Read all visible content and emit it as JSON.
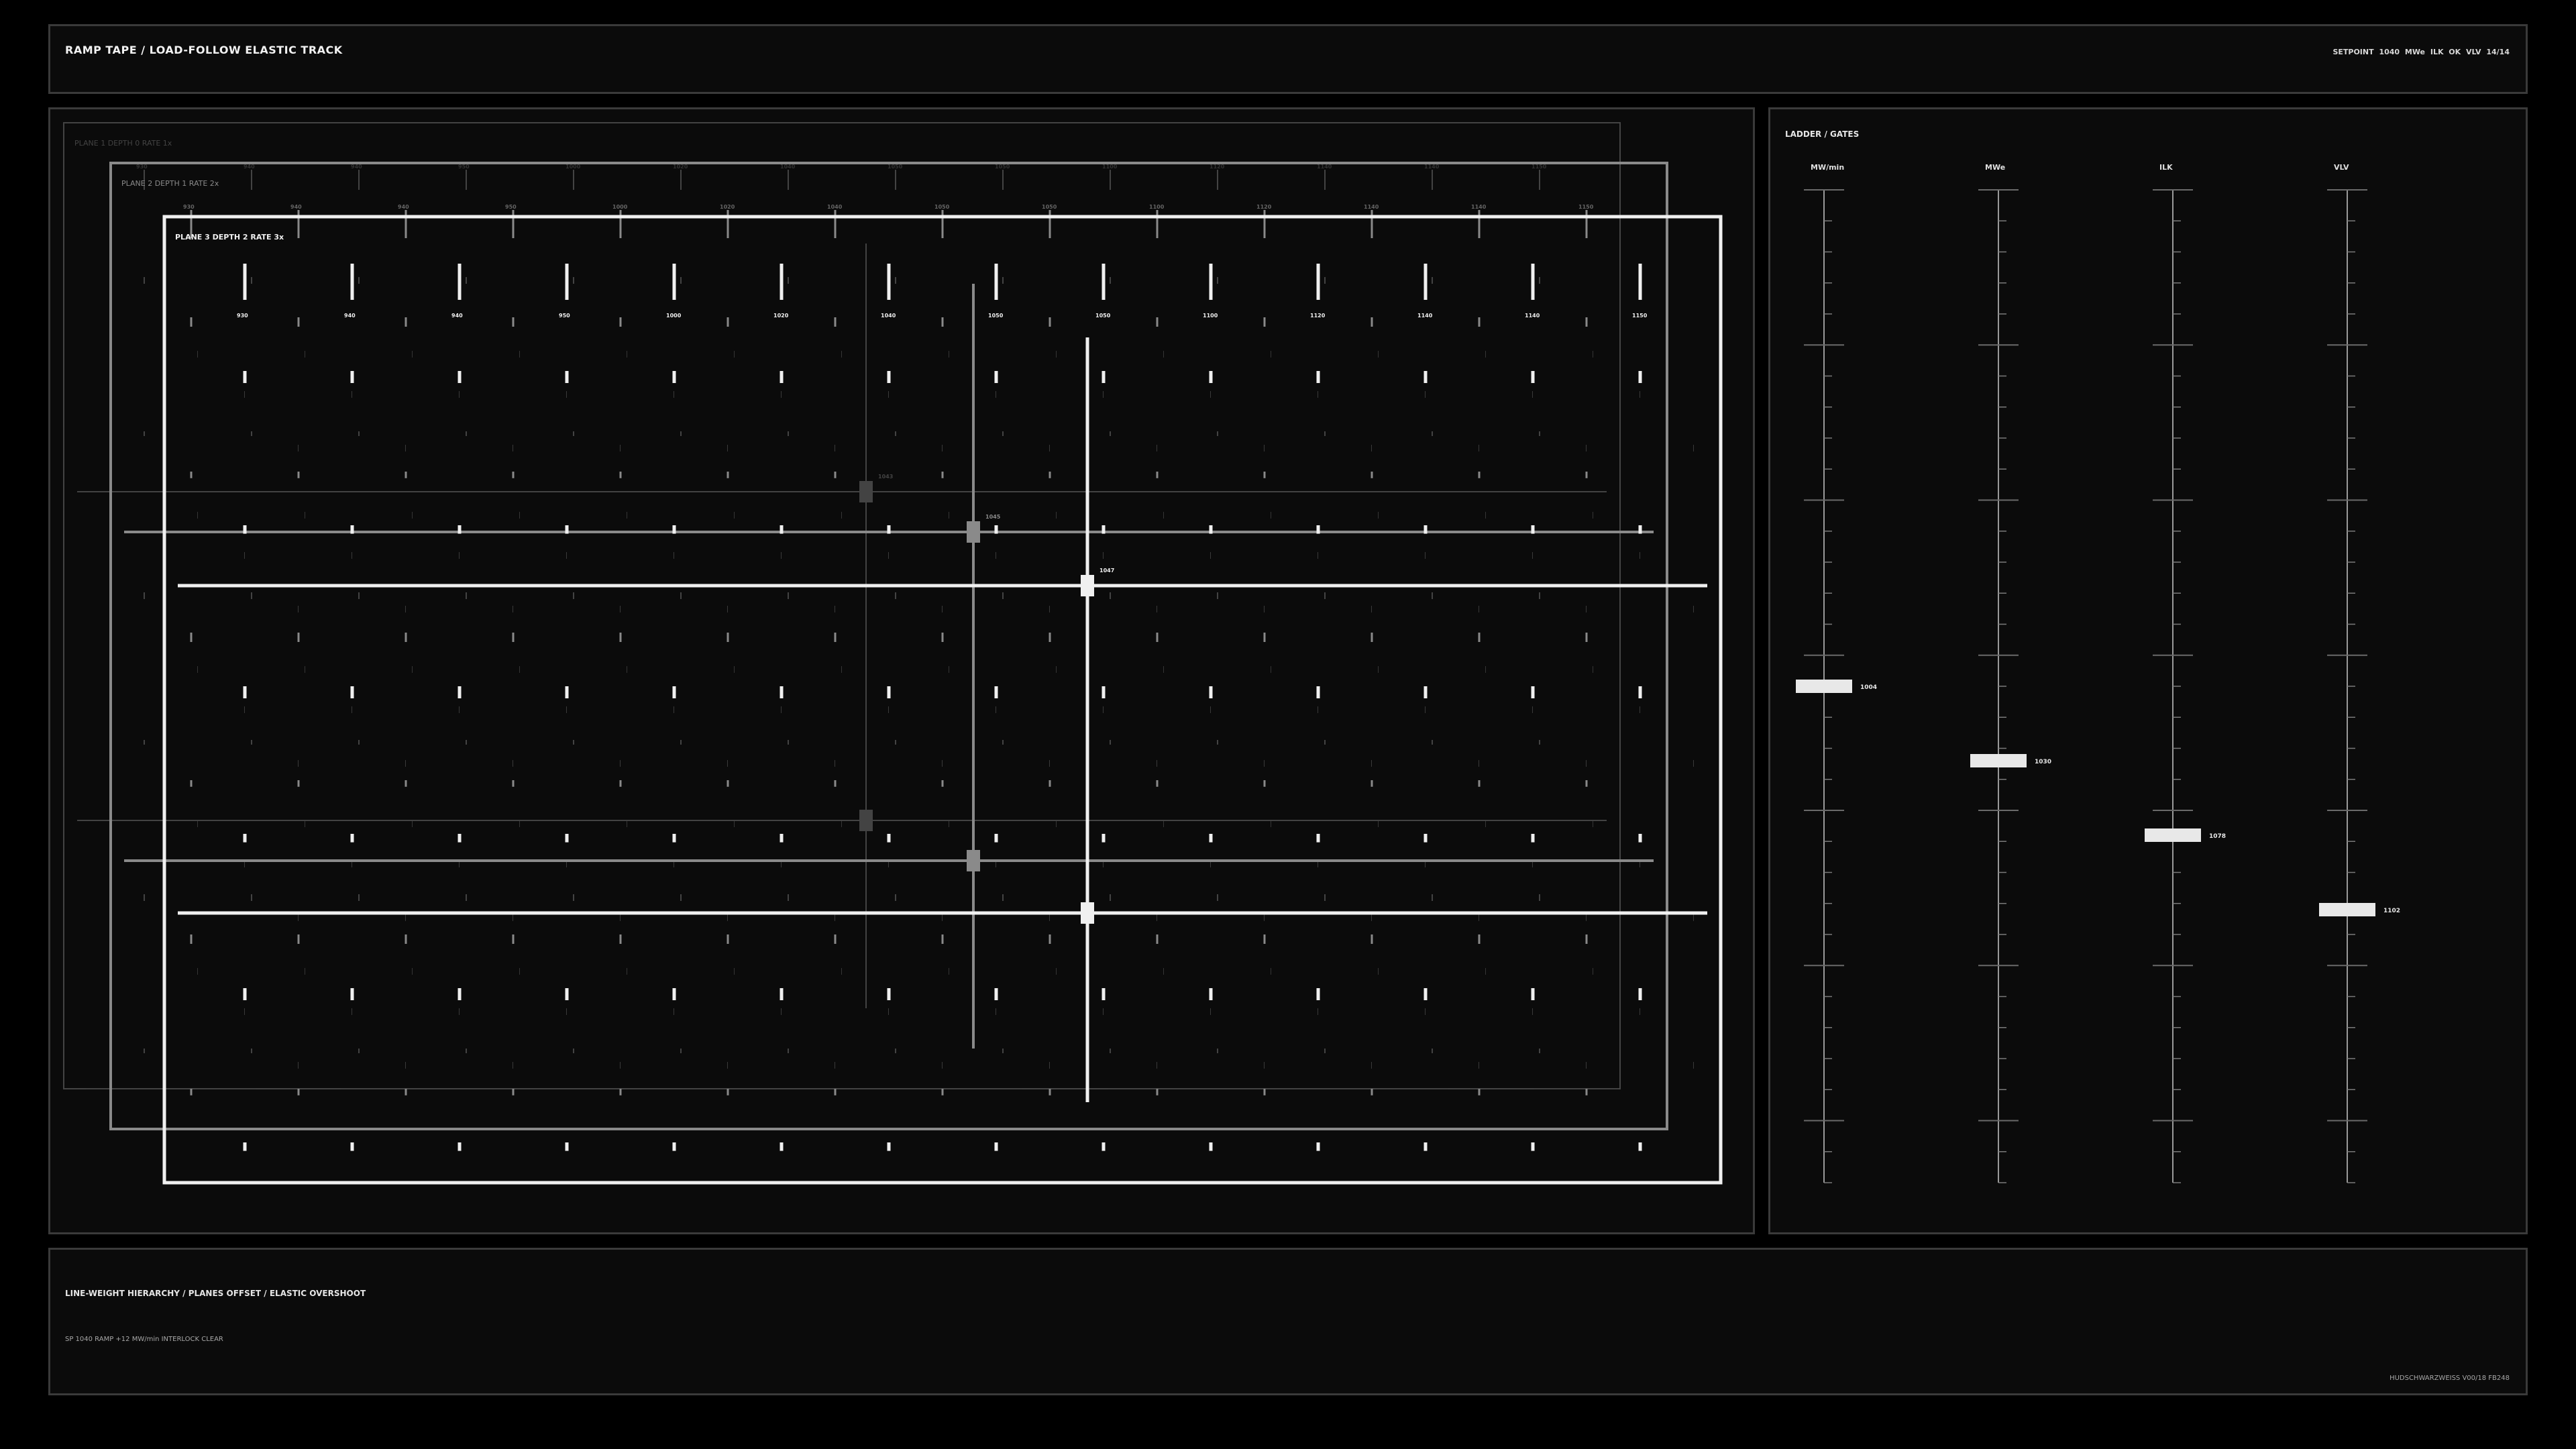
{
  "header": {
    "title": "RAMP TAPE  /  LOAD-FOLLOW ELASTIC TRACK",
    "status": "SETPOINT 1040 MWe   ILK OK   VLV 14/14"
  },
  "planes": [
    {
      "label": "PLANE 1  DEPTH 0  RATE 1x",
      "color": "#4a4a4a"
    },
    {
      "label": "PLANE 2  DEPTH 1  RATE 2x",
      "color": "#8a8a8a"
    },
    {
      "label": "PLANE 3  DEPTH 2  RATE 3x",
      "color": "#f0f0f0"
    }
  ],
  "tape": {
    "tick_labels": [
      "930",
      "940",
      "940",
      "950",
      "1000",
      "1020",
      "1040",
      "1050",
      "1050",
      "1100",
      "1120",
      "1140",
      "1140",
      "1150"
    ],
    "cursor_labels": [
      "1043",
      "1045",
      "1047"
    ]
  },
  "ladder": {
    "title": "LADDER / GATES",
    "columns": [
      {
        "label": "MW/min",
        "value": "1004",
        "level": 0.5
      },
      {
        "label": "MWe",
        "value": "1030",
        "level": 0.575
      },
      {
        "label": "ILK",
        "value": "1078",
        "level": 0.65
      },
      {
        "label": "VLV",
        "value": "1102",
        "level": 0.725
      }
    ]
  },
  "footer": {
    "description": "LINE-WEIGHT HIERARCHY  /  PLANES OFFSET  /  ELASTIC OVERSHOOT",
    "subtitle": "SP 1040   RAMP +12 MW/min   INTERLOCK CLEAR",
    "version": "HUDSCHWARZWEISS V00/18 FB248"
  }
}
